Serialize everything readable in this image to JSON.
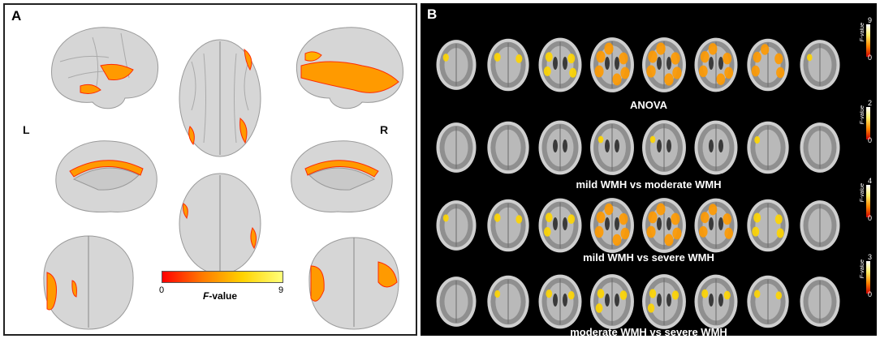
{
  "panel_a": {
    "label": "A",
    "left_label": "L",
    "right_label": "R",
    "colorbar": {
      "min": "0",
      "max": "9",
      "label_var": "F",
      "label_rest": "-value"
    }
  },
  "panel_b": {
    "label": "B",
    "rows": [
      {
        "caption": "ANOVA",
        "cbar_max": "9",
        "cbar_min": "0",
        "cbar_label": "F-value",
        "activation": [
          0.2,
          0.35,
          0.5,
          0.85,
          0.9,
          0.8,
          0.7,
          0.1
        ]
      },
      {
        "caption": "mild WMH vs moderate WMH",
        "cbar_max": "2",
        "cbar_min": "0",
        "cbar_label": "F-value",
        "activation": [
          0.0,
          0.05,
          0.05,
          0.1,
          0.1,
          0.05,
          0.15,
          0.0
        ]
      },
      {
        "caption": "mild WMH vs severe WMH",
        "cbar_max": "4",
        "cbar_min": "0",
        "cbar_label": "F-value",
        "activation": [
          0.15,
          0.3,
          0.45,
          0.8,
          0.85,
          0.75,
          0.5,
          0.05
        ]
      },
      {
        "caption": "moderate WMH vs severe WMH",
        "cbar_max": "3",
        "cbar_min": "0",
        "cbar_label": "F-value",
        "activation": [
          0.05,
          0.15,
          0.3,
          0.45,
          0.4,
          0.35,
          0.25,
          0.05
        ]
      }
    ]
  },
  "colors": {
    "activation_low": "#ff2a00",
    "activation_mid": "#ff9a00",
    "activation_high": "#ffd600",
    "brain_surface": "#d9d9d9"
  }
}
